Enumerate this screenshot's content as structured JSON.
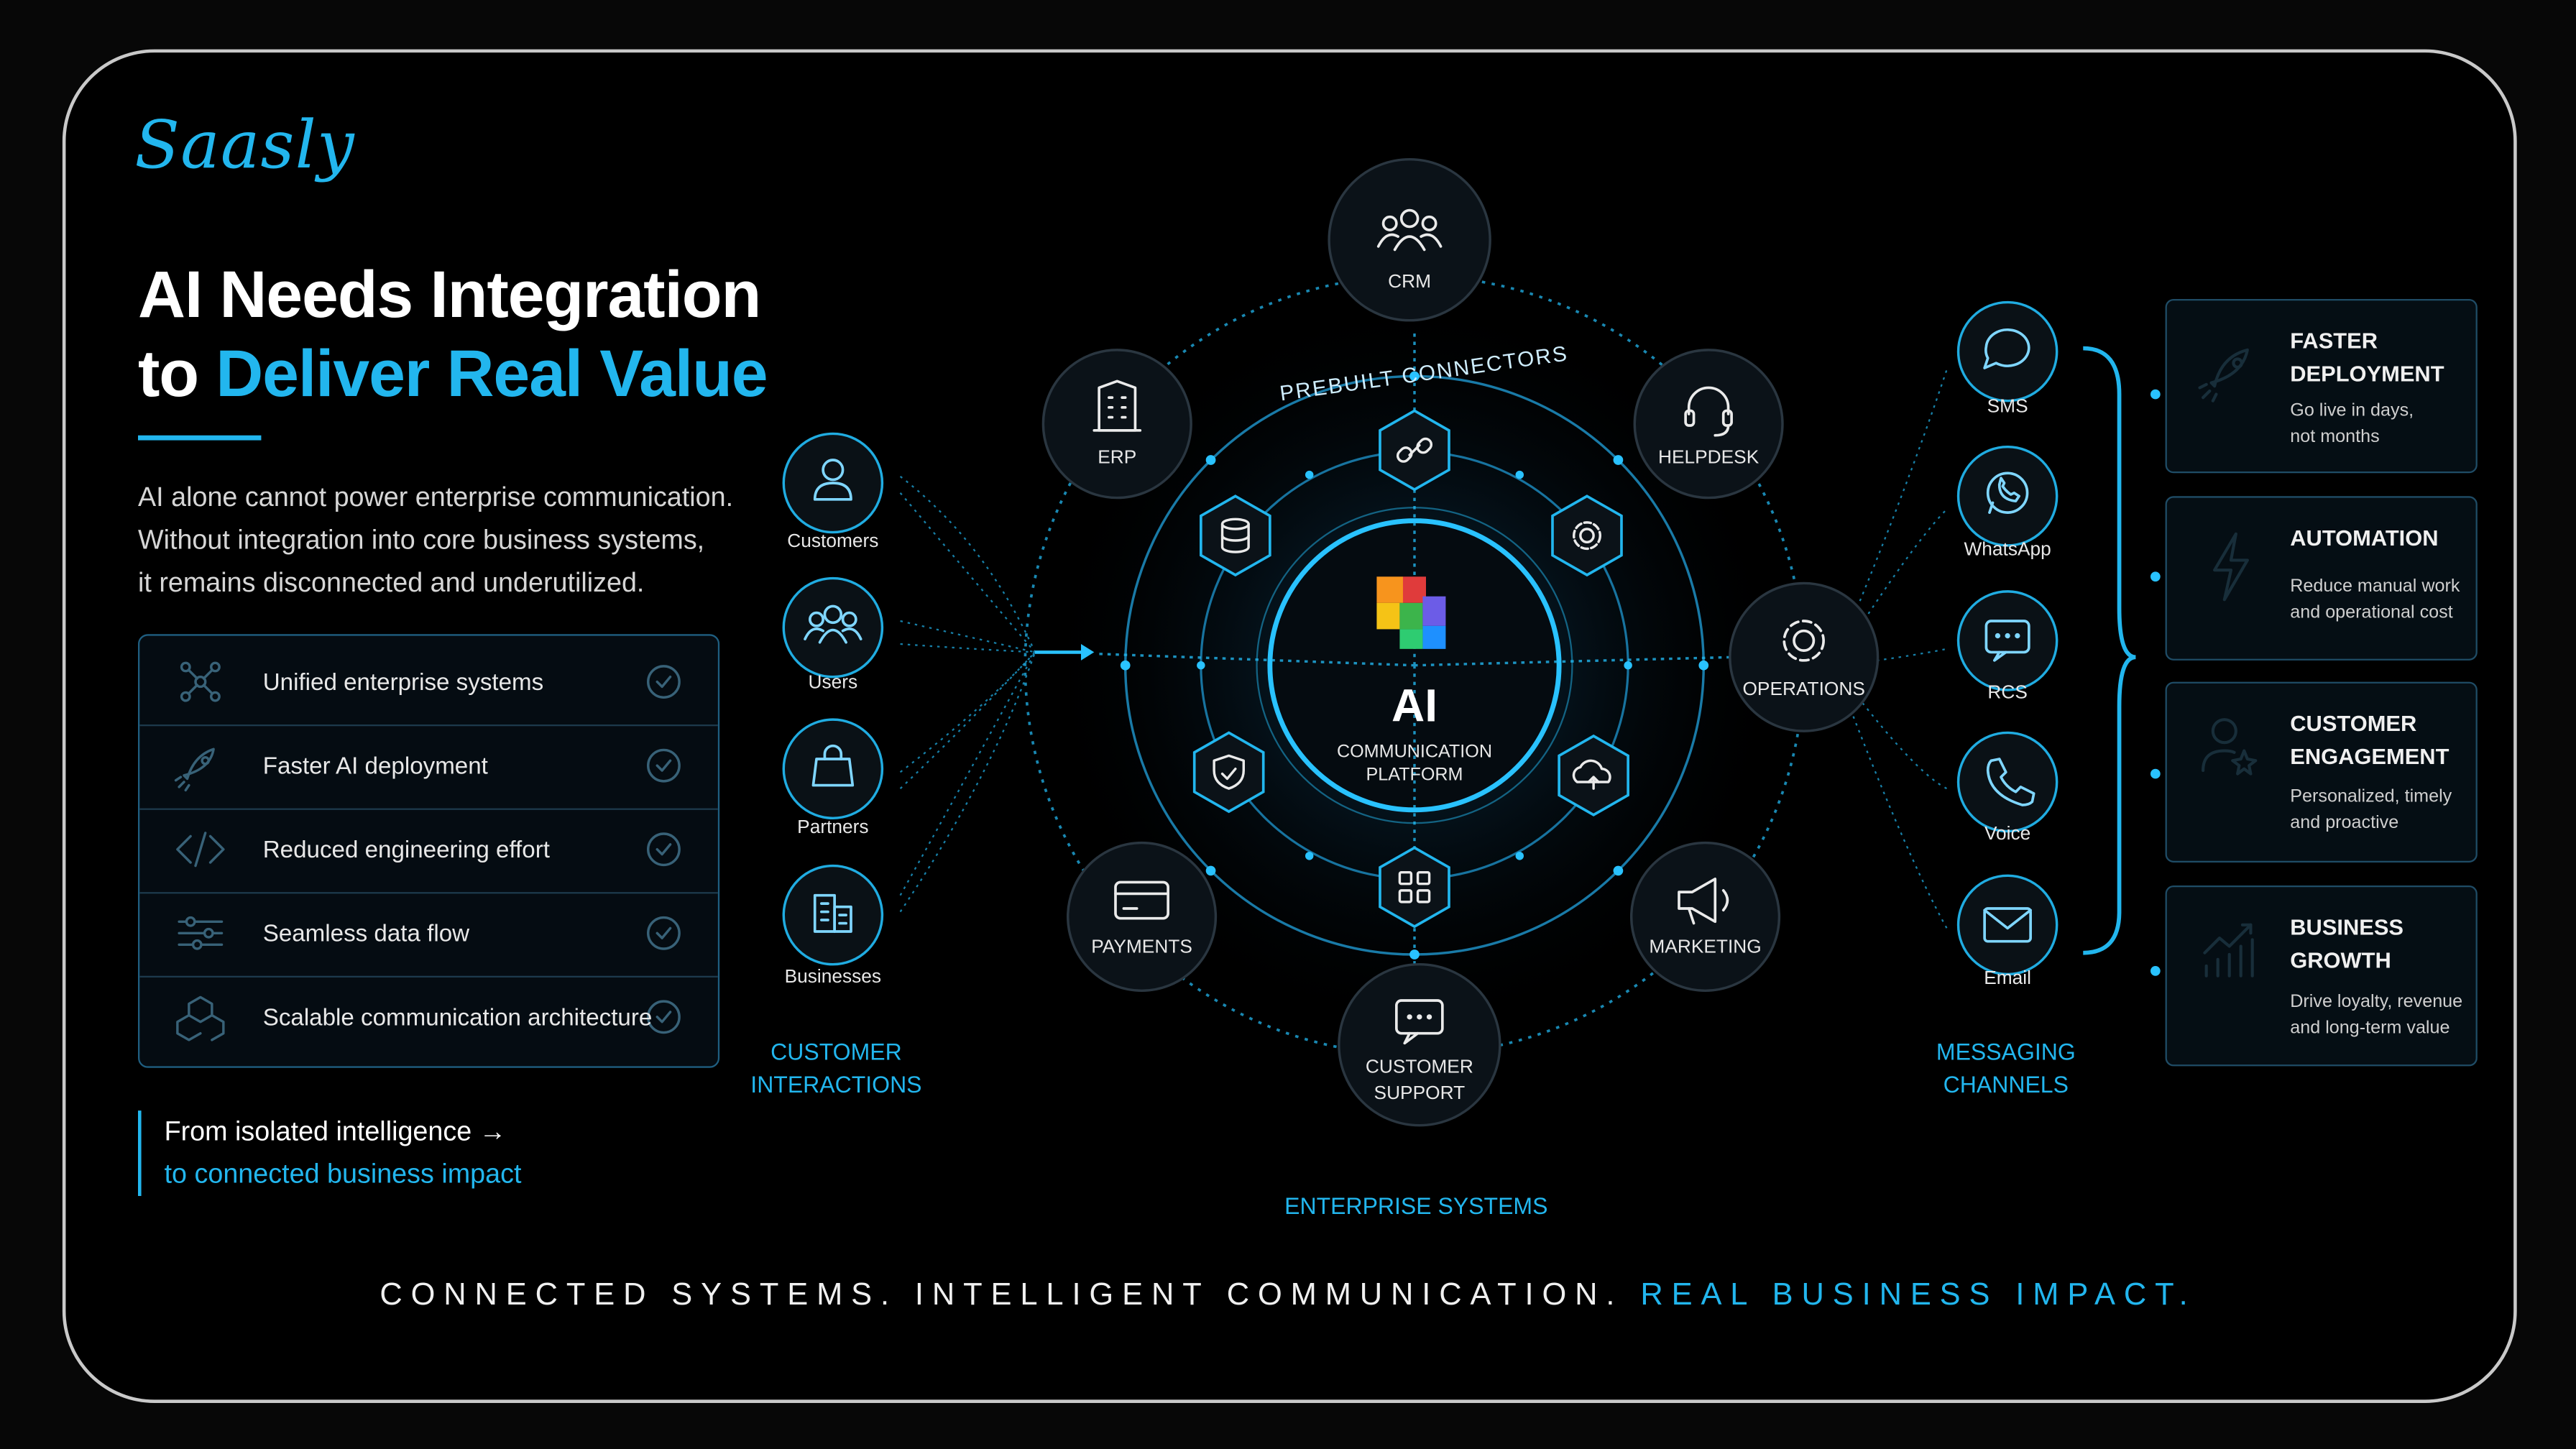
{
  "brand": {
    "logo": "Saasly"
  },
  "headline": {
    "line1": "AI Needs Integration",
    "line2_prefix": "to ",
    "line2_accent": "Deliver Real Value"
  },
  "intro": [
    "AI alone cannot power enterprise communication.",
    "Without integration into core business systems,",
    "it remains disconnected and underutilized."
  ],
  "features": [
    {
      "label": "Unified enterprise systems",
      "icon": "network-nodes-icon"
    },
    {
      "label": "Faster AI deployment",
      "icon": "rocket-icon"
    },
    {
      "label": "Reduced engineering effort",
      "icon": "code-icon"
    },
    {
      "label": "Seamless data flow",
      "icon": "data-flow-icon"
    },
    {
      "label": "Scalable communication architecture",
      "icon": "cubes-icon"
    }
  ],
  "quote": {
    "line1": "From isolated intelligence →",
    "line2": "to connected business impact"
  },
  "customer_interactions": {
    "title_l1": "CUSTOMER",
    "title_l2": "INTERACTIONS",
    "nodes": [
      {
        "label": "Customers",
        "icon": "person-icon"
      },
      {
        "label": "Users",
        "icon": "users-icon"
      },
      {
        "label": "Partners",
        "icon": "shopping-bag-icon"
      },
      {
        "label": "Businesses",
        "icon": "buildings-icon"
      }
    ]
  },
  "enterprise_systems": {
    "title": "ENTERPRISE SYSTEMS",
    "ring_label": "PREBUILT CONNECTORS",
    "nodes": [
      {
        "label": "CRM",
        "icon": "users-icon"
      },
      {
        "label": "HELPDESK",
        "icon": "headset-icon"
      },
      {
        "label": "OPERATIONS",
        "icon": "gear-icon"
      },
      {
        "label": "MARKETING",
        "icon": "megaphone-icon"
      },
      {
        "label_l1": "CUSTOMER",
        "label_l2": "SUPPORT",
        "icon": "chat-icon"
      },
      {
        "label": "PAYMENTS",
        "icon": "credit-card-icon"
      },
      {
        "label": "ERP",
        "icon": "building-icon"
      }
    ],
    "connectors": [
      "link-icon",
      "gear-icon",
      "cloud-icon",
      "grid-icon",
      "shield-icon",
      "database-icon"
    ]
  },
  "center": {
    "title": "AI",
    "sub_l1": "COMMUNICATION",
    "sub_l2": "PLATFORM",
    "icon": "cubes-logo-icon"
  },
  "messaging_channels": {
    "title_l1": "MESSAGING",
    "title_l2": "CHANNELS",
    "nodes": [
      {
        "label": "SMS",
        "icon": "speech-bubble-icon"
      },
      {
        "label": "WhatsApp",
        "icon": "whatsapp-icon"
      },
      {
        "label": "RCS",
        "icon": "chat-dots-icon"
      },
      {
        "label": "Voice",
        "icon": "phone-icon"
      },
      {
        "label": "Email",
        "icon": "envelope-icon"
      }
    ]
  },
  "benefits": [
    {
      "title_l1": "FASTER",
      "title_l2": "DEPLOYMENT",
      "sub_l1": "Go live in days,",
      "sub_l2": "not months",
      "icon": "rocket-icon"
    },
    {
      "title_l1": "AUTOMATION",
      "title_l2": "",
      "sub_l1": "Reduce manual work",
      "sub_l2": "and operational cost",
      "icon": "lightning-icon"
    },
    {
      "title_l1": "CUSTOMER",
      "title_l2": "ENGAGEMENT",
      "sub_l1": "Personalized, timely",
      "sub_l2": "and proactive",
      "icon": "person-star-icon"
    },
    {
      "title_l1": "BUSINESS",
      "title_l2": "GROWTH",
      "sub_l1": "Drive loyalty, revenue",
      "sub_l2": "and long-term value",
      "icon": "growth-chart-icon"
    }
  ],
  "footer": {
    "main": "CONNECTED SYSTEMS. INTELLIGENT COMMUNICATION. ",
    "accent": "REAL BUSINESS IMPACT."
  },
  "colors": {
    "accent": "#22b6ee",
    "background": "#000000",
    "node_fill": "#0b1218"
  }
}
